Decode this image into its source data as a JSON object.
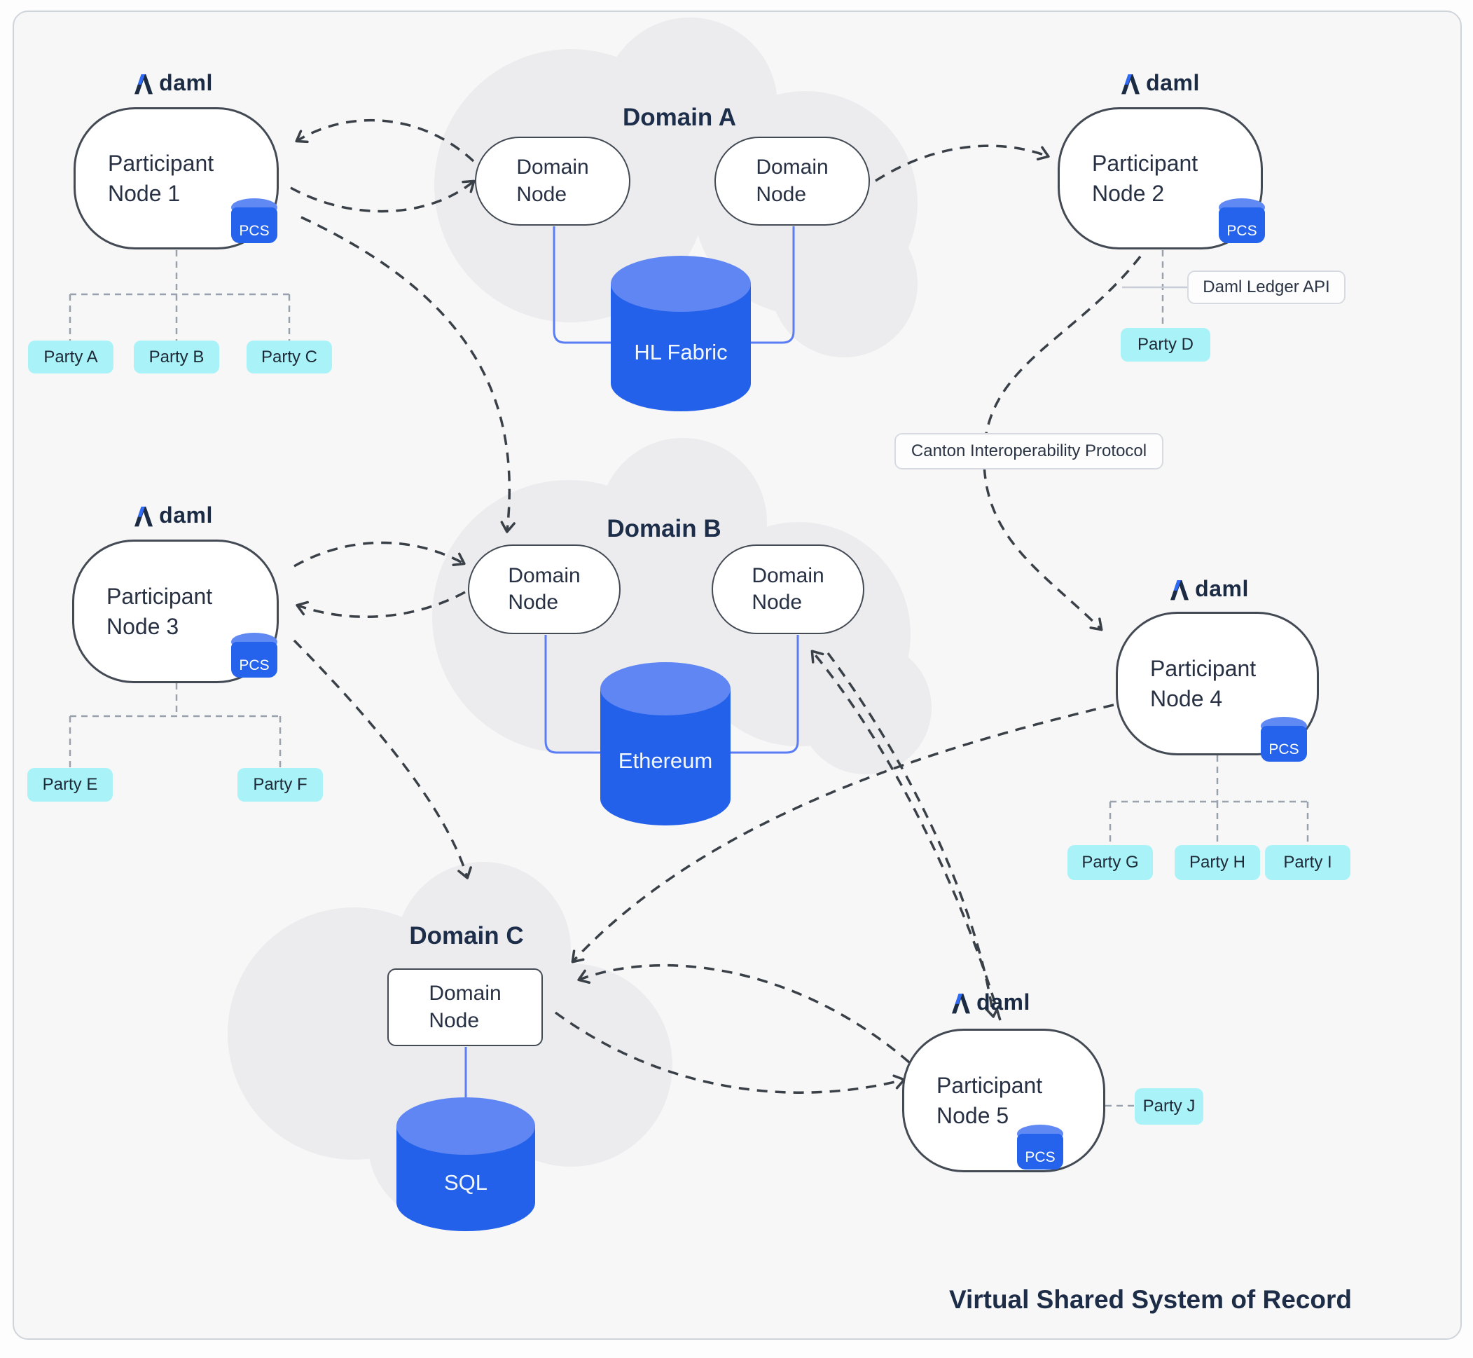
{
  "diagram_title": "Virtual Shared System of Record",
  "brand": {
    "logo_text": "daml"
  },
  "badges": {
    "pcs_label": "PCS"
  },
  "callouts": {
    "daml_ledger_api": "Daml Ledger API",
    "canton_protocol": "Canton Interoperability Protocol"
  },
  "participants": [
    {
      "line1": "Participant",
      "line2": "Node 1"
    },
    {
      "line1": "Participant",
      "line2": "Node 2"
    },
    {
      "line1": "Participant",
      "line2": "Node 3"
    },
    {
      "line1": "Participant",
      "line2": "Node 4"
    },
    {
      "line1": "Participant",
      "line2": "Node 5"
    }
  ],
  "domains": [
    {
      "title": "Domain A",
      "ledger": "HL Fabric",
      "node_line1": "Domain",
      "node_line2": "Node"
    },
    {
      "title": "Domain B",
      "ledger": "Ethereum",
      "node_line1": "Domain",
      "node_line2": "Node"
    },
    {
      "title": "Domain C",
      "ledger": "SQL",
      "node_line1": "Domain",
      "node_line2": "Node"
    }
  ],
  "parties": [
    "Party A",
    "Party B",
    "Party C",
    "Party D",
    "Party E",
    "Party F",
    "Party G",
    "Party H",
    "Party I",
    "Party J"
  ],
  "colors": {
    "accent_blue": "#2563ec",
    "cylinder_top_blue": "#6189f4",
    "party_cyan": "#a9f3f8",
    "navy_text": "#1d2e4a",
    "connector_blue": "#5a7df5",
    "arrow_dark": "#3a4047",
    "cloud_gray": "#ececee"
  }
}
